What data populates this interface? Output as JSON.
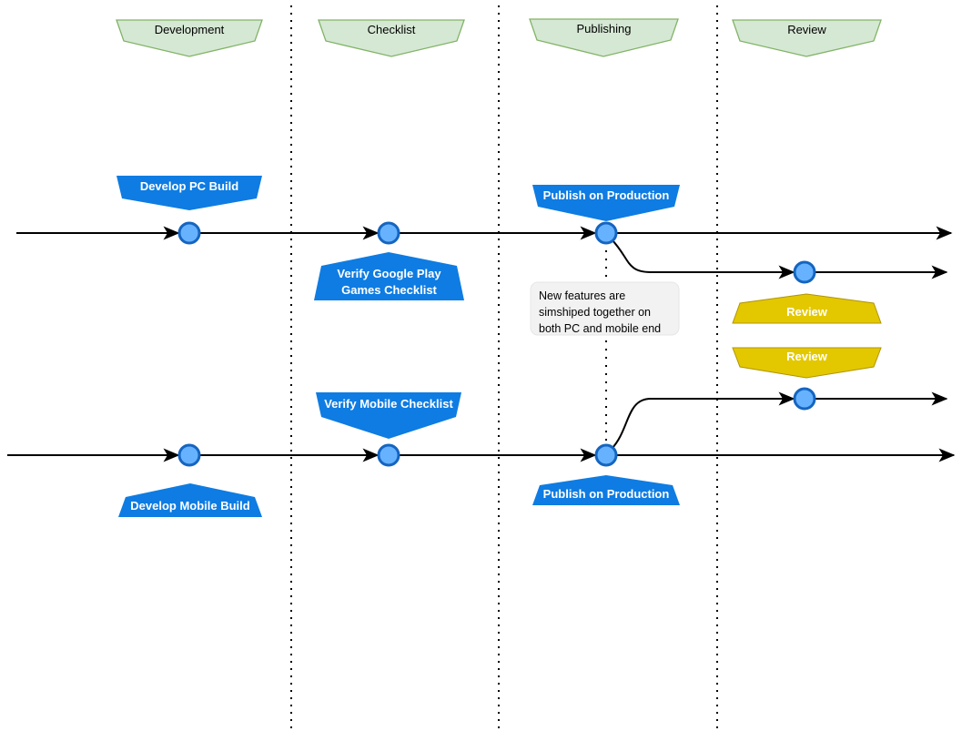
{
  "diagram": {
    "title_hint": "Release pipeline swimlane timeline",
    "phases": {
      "development": "Development",
      "checklist": "Checklist",
      "publishing": "Publishing",
      "review": "Review"
    },
    "pc_lane": {
      "develop_label": "Develop PC Build",
      "verify_label_line1": "Verify Google Play",
      "verify_label_line2": "Games Checklist",
      "publish_label": "Publish on Production",
      "review_label": "Review"
    },
    "mobile_lane": {
      "develop_label": "Develop Mobile Build",
      "verify_label": "Verify Mobile Checklist",
      "publish_label": "Publish on Production",
      "review_label": "Review"
    },
    "note_text": "New features are simshiped together on both PC and mobile end",
    "colors": {
      "phase_fill": "#d5e8d4",
      "phase_stroke": "#82b366",
      "event_fill": "#0e7ce2",
      "event_text": "#ffffff",
      "review_fill": "#e3c800",
      "review_stroke": "#b09500",
      "node_fill": "#66b2ff",
      "node_stroke": "#1565c0",
      "note_fill": "#f2f2f2",
      "line_color": "#000000"
    }
  }
}
